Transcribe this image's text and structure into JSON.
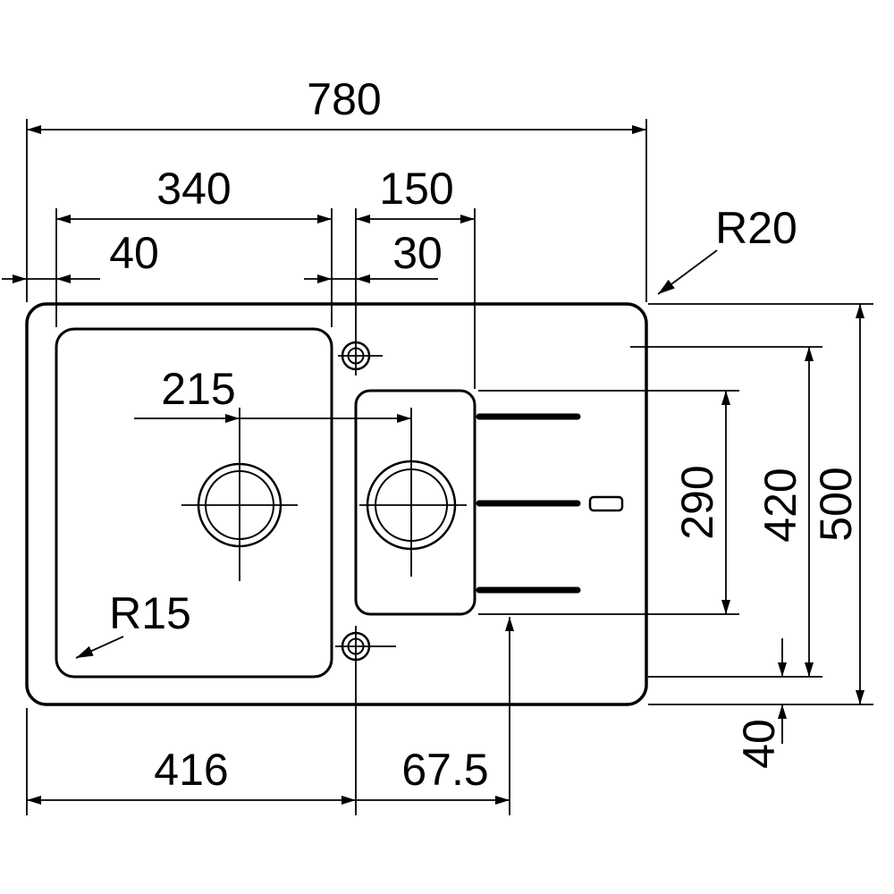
{
  "drawing": {
    "type": "sink-technical-drawing",
    "line_color": "#000000",
    "background": "#ffffff"
  },
  "dims": {
    "overall_width": "780",
    "main_bowl_width": "340",
    "small_bowl_width": "150",
    "edge_offset_left": "40",
    "divider_width": "30",
    "corner_radius_outer": "R20",
    "drain_spacing": "215",
    "small_bowl_length": "290",
    "inner_length": "420",
    "overall_depth": "500",
    "corner_radius_inner": "R15",
    "bottom_hole_from_left": "416",
    "drain_offset": "67.5",
    "edge_offset_bottom": "40"
  }
}
